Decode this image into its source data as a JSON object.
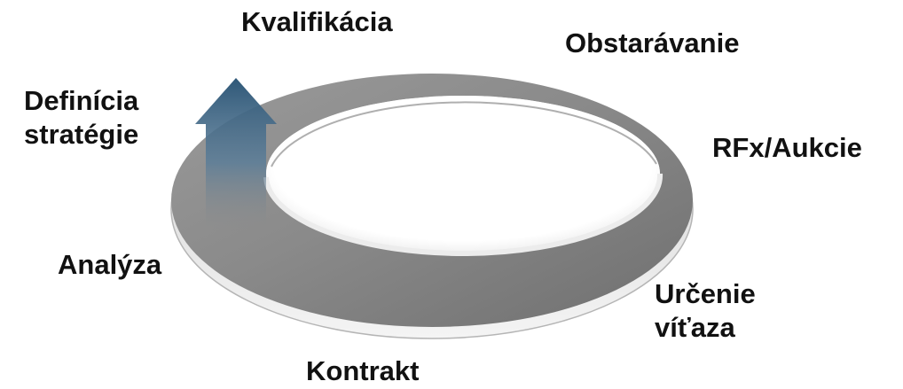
{
  "cycle": {
    "stages": {
      "kvalifikacia": "Kvalifikácia",
      "obstaravanie": "Obstarávanie",
      "definicia_line1": "Definícia",
      "definicia_line2": "stratégie",
      "rfx": "RFx/Aukcie",
      "analyza": "Analýza",
      "urcenie_line1": "Určenie",
      "urcenie_line2": "víťaza",
      "kontrakt": "Kontrakt"
    },
    "colors": {
      "ring": "#8c8c8c",
      "ring_highlight": "#d8d8d8",
      "arrow": "#3a6284",
      "text": "#111111"
    }
  }
}
